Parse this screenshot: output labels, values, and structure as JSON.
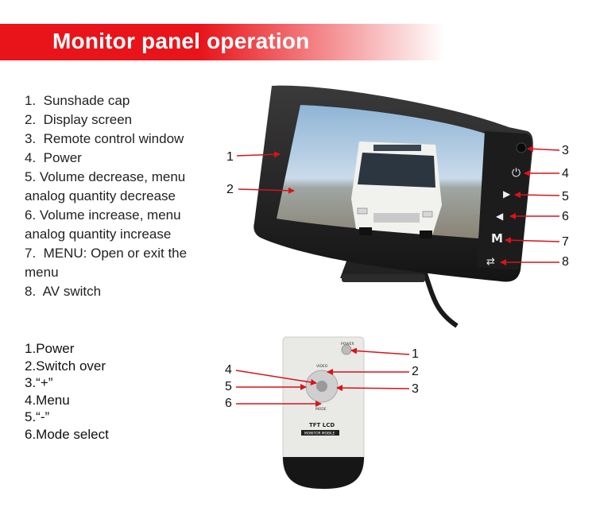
{
  "title": "Monitor panel operation",
  "monitor_items": [
    "1.  Sunshade cap",
    "2.  Display screen",
    "3.  Remote control window",
    "4.  Power",
    "5. Volume decrease, menu",
    "analog quantity decrease",
    "6. Volume increase, menu",
    "analog quantity increase",
    "7.  MENU: Open or exit the",
    "menu",
    "8.  AV switch"
  ],
  "remote_items": [
    "1.Power",
    "2.Switch over",
    "3.“+”",
    "4.Menu",
    "5.“-”",
    "6.Mode select"
  ],
  "monitor_callouts": {
    "n1": "1",
    "n2": "2",
    "n3": "3",
    "n4": "4",
    "n5": "5",
    "n6": "6",
    "n7": "7",
    "n8": "8"
  },
  "remote_callouts": {
    "r1": "1",
    "r2": "2",
    "r3": "3",
    "r4": "4",
    "r5": "5",
    "r6": "6"
  },
  "remote_labels": {
    "power": "POWER",
    "video": "VIDEO",
    "mode": "MODE",
    "brand": "TFT LCD",
    "sub": "MONITOR MOBILE"
  },
  "colors": {
    "accent": "#e8141a",
    "arrow": "#d6141b"
  }
}
